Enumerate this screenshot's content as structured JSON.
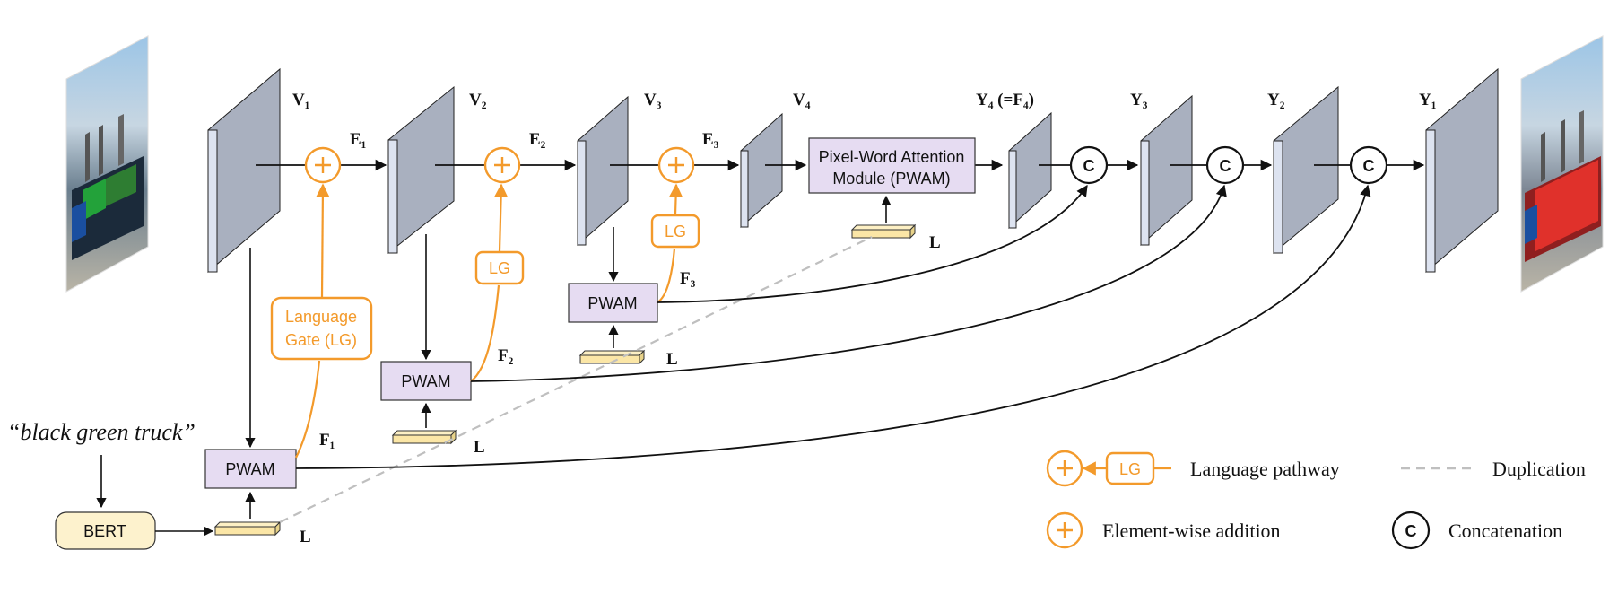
{
  "input_query": "“black green truck”",
  "encoder": {
    "bert_label": "BERT",
    "language_feature_label": "L",
    "features": [
      {
        "label": "V₁"
      },
      {
        "label": "V₂"
      },
      {
        "label": "V₃"
      },
      {
        "label": "V₄"
      }
    ],
    "enhanced": [
      {
        "label": "E₁"
      },
      {
        "label": "E₂"
      },
      {
        "label": "E₃"
      }
    ],
    "fused": [
      {
        "label": "F₁"
      },
      {
        "label": "F₂"
      },
      {
        "label": "F₃"
      }
    ],
    "pwam_short": "PWAM",
    "pwam_full_line1": "Pixel-Word Attention",
    "pwam_full_line2": "Module (PWAM)",
    "lg_short": "LG",
    "lg_full_line1": "Language",
    "lg_full_line2": "Gate (LG)"
  },
  "decoder": {
    "outputs": [
      {
        "label": "Y₄ (=F₄)"
      },
      {
        "label": "Y₃"
      },
      {
        "label": "Y₂"
      },
      {
        "label": "Y₁"
      }
    ],
    "concat_symbol": "C"
  },
  "legend": {
    "language_pathway": "Language pathway",
    "duplication": "Duplication",
    "elementwise_addition": "Element-wise addition",
    "concatenation": "Concatenation",
    "lg_symbol": "LG",
    "concat_symbol": "C"
  },
  "colors": {
    "feature_map_face": "#a9b0bf",
    "feature_map_side": "#dde3f0",
    "pwam_fill": "#e6dcf2",
    "bert_fill": "#fdf2cd",
    "lang_fill": "#fdf0c4",
    "orange": "#f39a2b",
    "duplication": "#bfbfbf"
  }
}
